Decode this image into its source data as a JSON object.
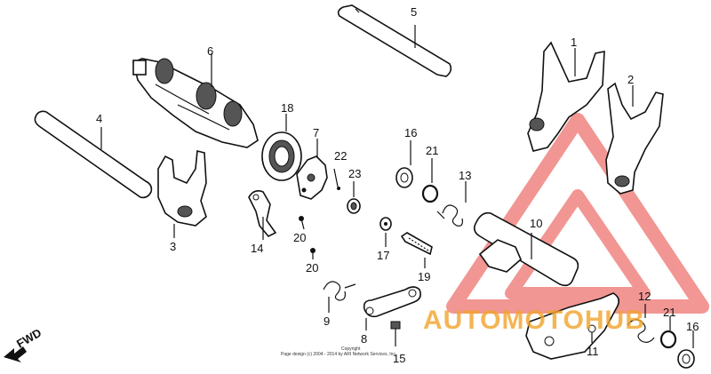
{
  "parts": {
    "p1": "1",
    "p2": "2",
    "p3": "3",
    "p4": "4",
    "p5": "5",
    "p6": "6",
    "p7": "7",
    "p8": "8",
    "p9": "9",
    "p10": "10",
    "p11": "11",
    "p12": "12",
    "p13": "13",
    "p14": "14",
    "p15": "15",
    "p16a": "16",
    "p16b": "16",
    "p17": "17",
    "p18": "18",
    "p19": "19",
    "p20a": "20",
    "p20b": "20",
    "p21a": "21",
    "p21b": "21",
    "p22": "22",
    "p23": "23"
  },
  "direction": "FWD",
  "copyright": {
    "line1": "Copyright",
    "line2": "Page design (c) 2004 - 2014 by ARI Network Services, Inc."
  },
  "watermark": {
    "brand": "AUTOMOTOHUB",
    "colors": {
      "red": "#e8413c",
      "orange": "#f2a32a"
    }
  }
}
